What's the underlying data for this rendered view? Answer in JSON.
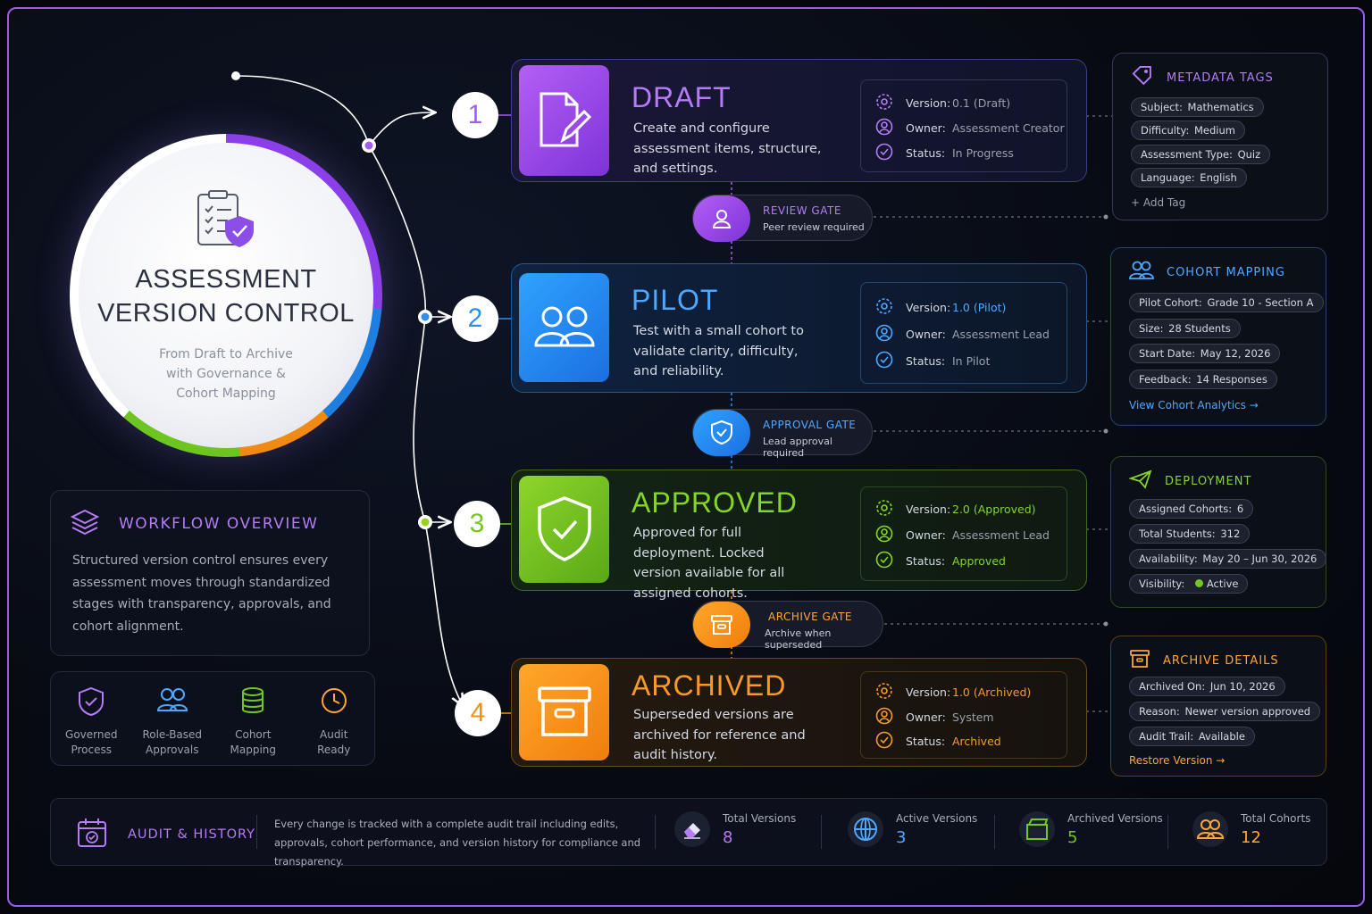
{
  "hero": {
    "title_line1": "ASSESSMENT",
    "title_line2": "VERSION CONTROL",
    "sub_line1": "From Draft to Archive",
    "sub_line2": "with Governance &",
    "sub_line3": "Cohort Mapping"
  },
  "overview": {
    "title": "WORKFLOW OVERVIEW",
    "text": "Structured version control ensures every assessment moves through standardized stages with transparency, approvals, and cohort alignment."
  },
  "features": [
    {
      "line1": "Governed",
      "line2": "Process",
      "icon": "shield-check-icon"
    },
    {
      "line1": "Role-Based",
      "line2": "Approvals",
      "icon": "users-icon"
    },
    {
      "line1": "Cohort",
      "line2": "Mapping",
      "icon": "database-icon"
    },
    {
      "line1": "Audit",
      "line2": "Ready",
      "icon": "clock-icon"
    }
  ],
  "stages": [
    {
      "num": "1",
      "name": "DRAFT",
      "desc": "Create and configure assessment items, structure, and settings.",
      "version": "0.1 (Draft)",
      "owner": "Assessment Creator",
      "status": "In Progress",
      "color": "#a45df0"
    },
    {
      "num": "2",
      "name": "PILOT",
      "desc": "Test with a small cohort to validate clarity, difficulty, and reliability.",
      "version": "1.0 (Pilot)",
      "owner": "Assessment Lead",
      "status": "In Pilot",
      "color": "#2f8ff0"
    },
    {
      "num": "3",
      "name": "APPROVED",
      "desc": "Approved for full deployment. Locked version available for all assigned cohorts.",
      "version": "2.0 (Approved)",
      "owner": "Assessment Lead",
      "status": "Approved",
      "color": "#72c820"
    },
    {
      "num": "4",
      "name": "ARCHIVED",
      "desc": "Superseded versions are archived for reference and audit history.",
      "version": "1.0 (Archived)",
      "owner": "System",
      "status": "Archived",
      "color": "#f58d10"
    }
  ],
  "meta_labels": {
    "version": "Version:",
    "owner": "Owner:",
    "status": "Status:"
  },
  "gates": [
    {
      "title": "REVIEW GATE",
      "sub": "Peer review required",
      "color": "#b47cf5"
    },
    {
      "title": "APPROVAL GATE",
      "sub": "Lead approval required",
      "color": "#4ea8ff"
    },
    {
      "title": "ARCHIVE GATE",
      "sub": "Archive when superseded",
      "color": "#ffa53a"
    }
  ],
  "metadata_tags": {
    "title": "METADATA TAGS",
    "tags": [
      {
        "k": "Subject:",
        "v": "Mathematics"
      },
      {
        "k": "Difficulty:",
        "v": "Medium"
      },
      {
        "k": "Assessment Type:",
        "v": "Quiz"
      },
      {
        "k": "Language:",
        "v": "English"
      }
    ],
    "add": "+ Add Tag"
  },
  "cohort_mapping": {
    "title": "COHORT MAPPING",
    "items": [
      {
        "k": "Pilot Cohort:",
        "v": "Grade 10 - Section A"
      },
      {
        "k": "Size:",
        "v": "28 Students"
      },
      {
        "k": "Start Date:",
        "v": "May 12, 2026"
      },
      {
        "k": "Feedback:",
        "v": "14 Responses"
      }
    ],
    "link": "View Cohort Analytics →"
  },
  "deployment": {
    "title": "DEPLOYMENT",
    "items": [
      {
        "k": "Assigned Cohorts:",
        "v": "6"
      },
      {
        "k": "Total Students:",
        "v": "312"
      },
      {
        "k": "Availability:",
        "v": "May 20 – Jun 30, 2026"
      },
      {
        "k": "Visibility:",
        "v": "Active"
      }
    ]
  },
  "archive_details": {
    "title": "ARCHIVE DETAILS",
    "items": [
      {
        "k": "Archived On:",
        "v": "Jun 10, 2026"
      },
      {
        "k": "Reason:",
        "v": "Newer version approved"
      },
      {
        "k": "Audit Trail:",
        "v": "Available"
      }
    ],
    "link": "Restore Version →"
  },
  "audit": {
    "title": "AUDIT & HISTORY",
    "desc": "Every change is tracked with a complete audit trail including edits, approvals, cohort performance, and version history for compliance and transparency.",
    "stats": [
      {
        "label": "Total Versions",
        "value": "8",
        "color": "#b47cf5",
        "icon": "eraser-icon"
      },
      {
        "label": "Active Versions",
        "value": "3",
        "color": "#4ea8ff",
        "icon": "globe-icon"
      },
      {
        "label": "Archived Versions",
        "value": "5",
        "color": "#72c820",
        "icon": "archive-box-icon"
      },
      {
        "label": "Total Cohorts",
        "value": "12",
        "color": "#ffa53a",
        "icon": "users-icon"
      }
    ]
  }
}
